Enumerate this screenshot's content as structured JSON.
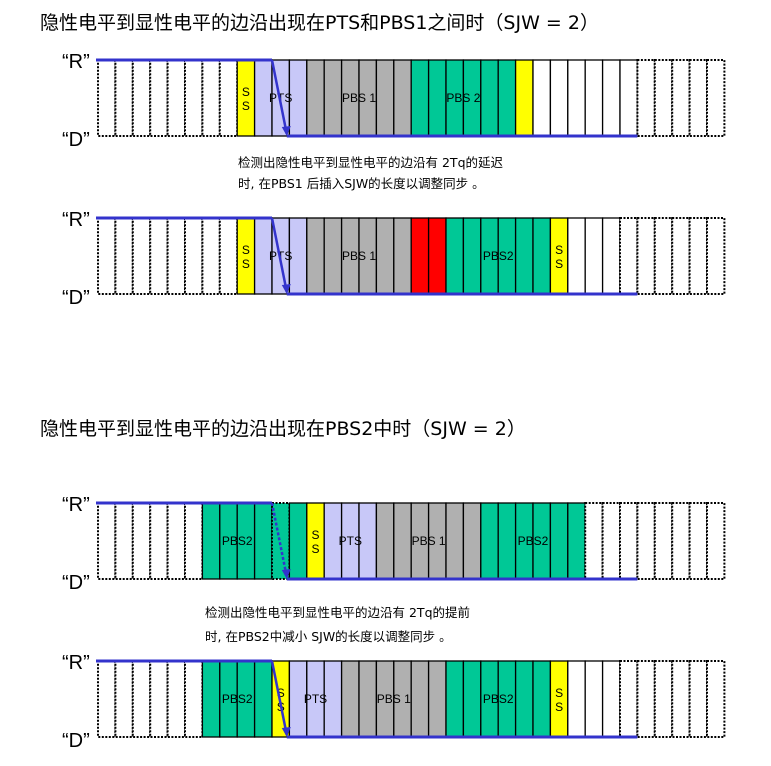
{
  "titles": {
    "top": "隐性电平到显性电平的边沿出现在PTS和PBS1之间时（SJW = 2）",
    "bottom": "隐性电平到显性电平的边沿出现在PBS2中时（SJW = 2）"
  },
  "captions": {
    "delay_line1": "检测出隐性电平到显性电平的边沿有  2Tq的延迟",
    "delay_line2": "时, 在PBS1 后插入SJW的长度以调整同步 。",
    "advance_line1": "检测出隐性电平到显性电平的边沿有  2Tq的提前",
    "advance_line2": "时, 在PBS2中减小 SJW的长度以调整同步 。"
  },
  "levels": {
    "recessive": "“R”",
    "dominant": "“D”"
  },
  "colors": {
    "blank": "#ffffff",
    "ss": "#ffff00",
    "pts": "#c8c8f8",
    "pbs1": "#b0b0b0",
    "pbs2": "#00c896",
    "sjw": "#ff0000",
    "signal": "#3333cc"
  },
  "diagrams": [
    {
      "segments": [
        {
          "type": "blank",
          "count": 8,
          "dashed": true
        },
        {
          "type": "ss",
          "count": 1,
          "label": "SS"
        },
        {
          "type": "pts",
          "count": 3,
          "label": "PTS"
        },
        {
          "type": "pbs1",
          "count": 6,
          "label": "PBS 1"
        },
        {
          "type": "pbs2",
          "count": 6,
          "label": "PBS 2"
        },
        {
          "type": "ss",
          "count": 1
        },
        {
          "type": "blank",
          "count": 6
        },
        {
          "type": "blank",
          "count": 5,
          "dashed": true
        }
      ],
      "edge": "solid"
    },
    {
      "segments": [
        {
          "type": "blank",
          "count": 8,
          "dashed": true
        },
        {
          "type": "ss",
          "count": 1,
          "label": "SS"
        },
        {
          "type": "pts",
          "count": 3,
          "label": "PTS"
        },
        {
          "type": "pbs1",
          "count": 6,
          "label": "PBS 1"
        },
        {
          "type": "sjw",
          "count": 2
        },
        {
          "type": "pbs2",
          "count": 6,
          "label": "PBS2"
        },
        {
          "type": "ss",
          "count": 1,
          "label": "SS"
        },
        {
          "type": "blank",
          "count": 3
        },
        {
          "type": "blank",
          "count": 6,
          "dashed": true
        }
      ],
      "edge": "solid"
    },
    {
      "segments": [
        {
          "type": "blank",
          "count": 6,
          "dashed": true
        },
        {
          "type": "pbs2",
          "count": 4,
          "label": "PBS2"
        },
        {
          "type": "pbs2",
          "count": 1,
          "dashed": true
        },
        {
          "type": "pbs2",
          "count": 1
        },
        {
          "type": "ss",
          "count": 1,
          "label": "SS"
        },
        {
          "type": "pts",
          "count": 3,
          "label": "PTS"
        },
        {
          "type": "pbs1",
          "count": 6,
          "label": "PBS 1"
        },
        {
          "type": "pbs2",
          "count": 6,
          "label": "PBS2"
        },
        {
          "type": "blank",
          "count": 8,
          "dashed": true
        }
      ],
      "edge": "dotted"
    },
    {
      "segments": [
        {
          "type": "blank",
          "count": 6,
          "dashed": true
        },
        {
          "type": "pbs2",
          "count": 4,
          "label": "PBS2"
        },
        {
          "type": "ss",
          "count": 1,
          "label": "SS"
        },
        {
          "type": "pts",
          "count": 3,
          "label": "PTS"
        },
        {
          "type": "pbs1",
          "count": 6,
          "label": "PBS 1"
        },
        {
          "type": "pbs2",
          "count": 6,
          "label": "PBS2"
        },
        {
          "type": "ss",
          "count": 1,
          "label": "SS"
        },
        {
          "type": "blank",
          "count": 3
        },
        {
          "type": "blank",
          "count": 6,
          "dashed": true
        }
      ],
      "edge": "solid"
    }
  ]
}
